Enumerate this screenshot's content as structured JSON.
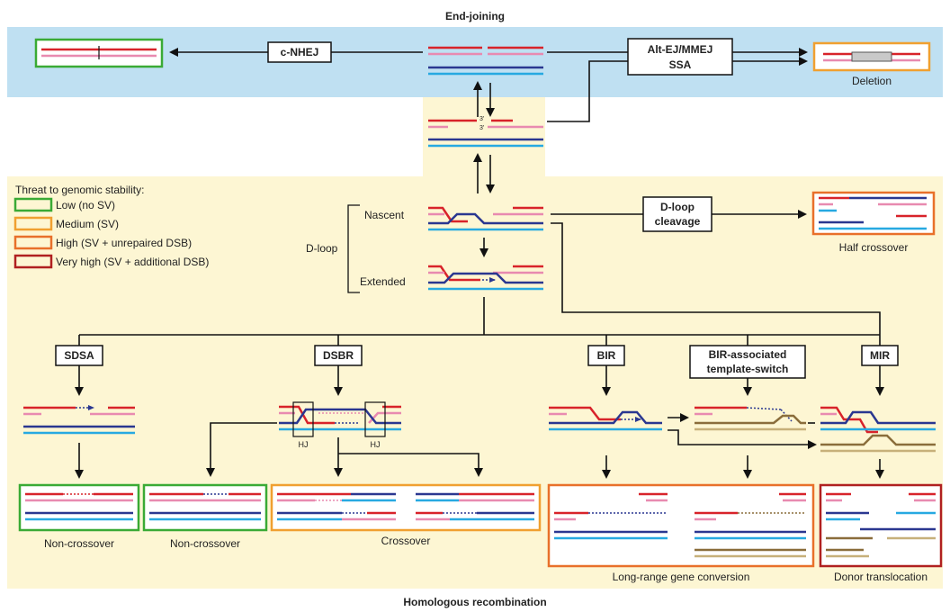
{
  "headings": {
    "end_joining": "End-joining",
    "homologous_recombination": "Homologous recombination"
  },
  "legend": {
    "title": "Threat to genomic stability:",
    "items": [
      {
        "label": "Low (no SV)",
        "color": "#3aaa35"
      },
      {
        "label": "Medium (SV)",
        "color": "#f0a030"
      },
      {
        "label": "High (SV + unrepaired DSB)",
        "color": "#e8702a"
      },
      {
        "label": "Very high (SV + additional DSB)",
        "color": "#b02020"
      }
    ]
  },
  "pathways": {
    "cnhej": "c-NHEJ",
    "alt_ej_line1": "Alt-EJ/MMEJ",
    "alt_ej_line2": "SSA",
    "dloop_cleavage_line1": "D-loop",
    "dloop_cleavage_line2": "cleavage",
    "sdsa": "SDSA",
    "dsbr": "DSBR",
    "bir": "BIR",
    "bir_ts_line1": "BIR-associated",
    "bir_ts_line2": "template-switch",
    "mir": "MIR"
  },
  "dloop": {
    "label": "D-loop",
    "nascent": "Nascent",
    "extended": "Extended"
  },
  "end_labels": {
    "three_prime": "3'",
    "hj": "HJ"
  },
  "outcomes": {
    "deletion": "Deletion",
    "half_crossover": "Half crossover",
    "non_crossover": "Non-crossover",
    "crossover": "Crossover",
    "long_range": "Long-range gene conversion",
    "donor_translocation": "Donor translocation"
  },
  "colors": {
    "end_joining_bg": "#bfe0f2",
    "hr_bg": "#fdf6d3",
    "red": "#d8232a",
    "pink": "#e88ab0",
    "navy": "#2a3790",
    "cyan": "#27a9e1",
    "brown": "#8a6d3b",
    "tan": "#c7b07a"
  }
}
